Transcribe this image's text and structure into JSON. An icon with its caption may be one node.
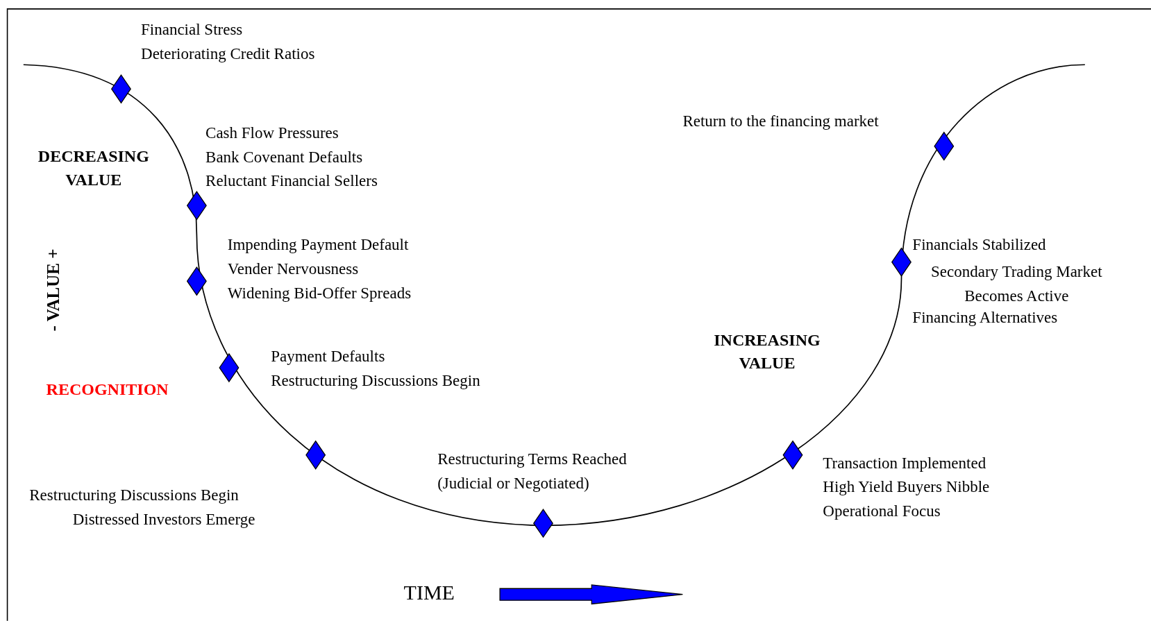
{
  "diagram": {
    "labels": [
      "Financial Stress",
      "Deteriorating Credit Ratios",
      "DECREASING VALUE",
      "Cash Flow Pressures",
      "Bank Covenant Defaults",
      "Reluctant Financial Sellers",
      "- VALUE +",
      "Impending Payment Default",
      "Vender Nervousness",
      "Widening Bid-Offer Spreads",
      "Payment Defaults",
      "Restructuring Discussions Begin",
      "RECOGNITION",
      "Restructuring Terms Reached (Judicial or Negotiated)",
      "Restructuring Discussions Begin",
      "Distressed Investors Emerge",
      "Return to the financing market",
      "Financials Stabilized",
      "Secondary Trading Market Becomes Active",
      "Financing Alternatives",
      "INCREASING VALUE",
      "Transaction Implemented",
      "High Yield Buyers Nibble",
      "Operational Focus",
      "TIME"
    ]
  }
}
